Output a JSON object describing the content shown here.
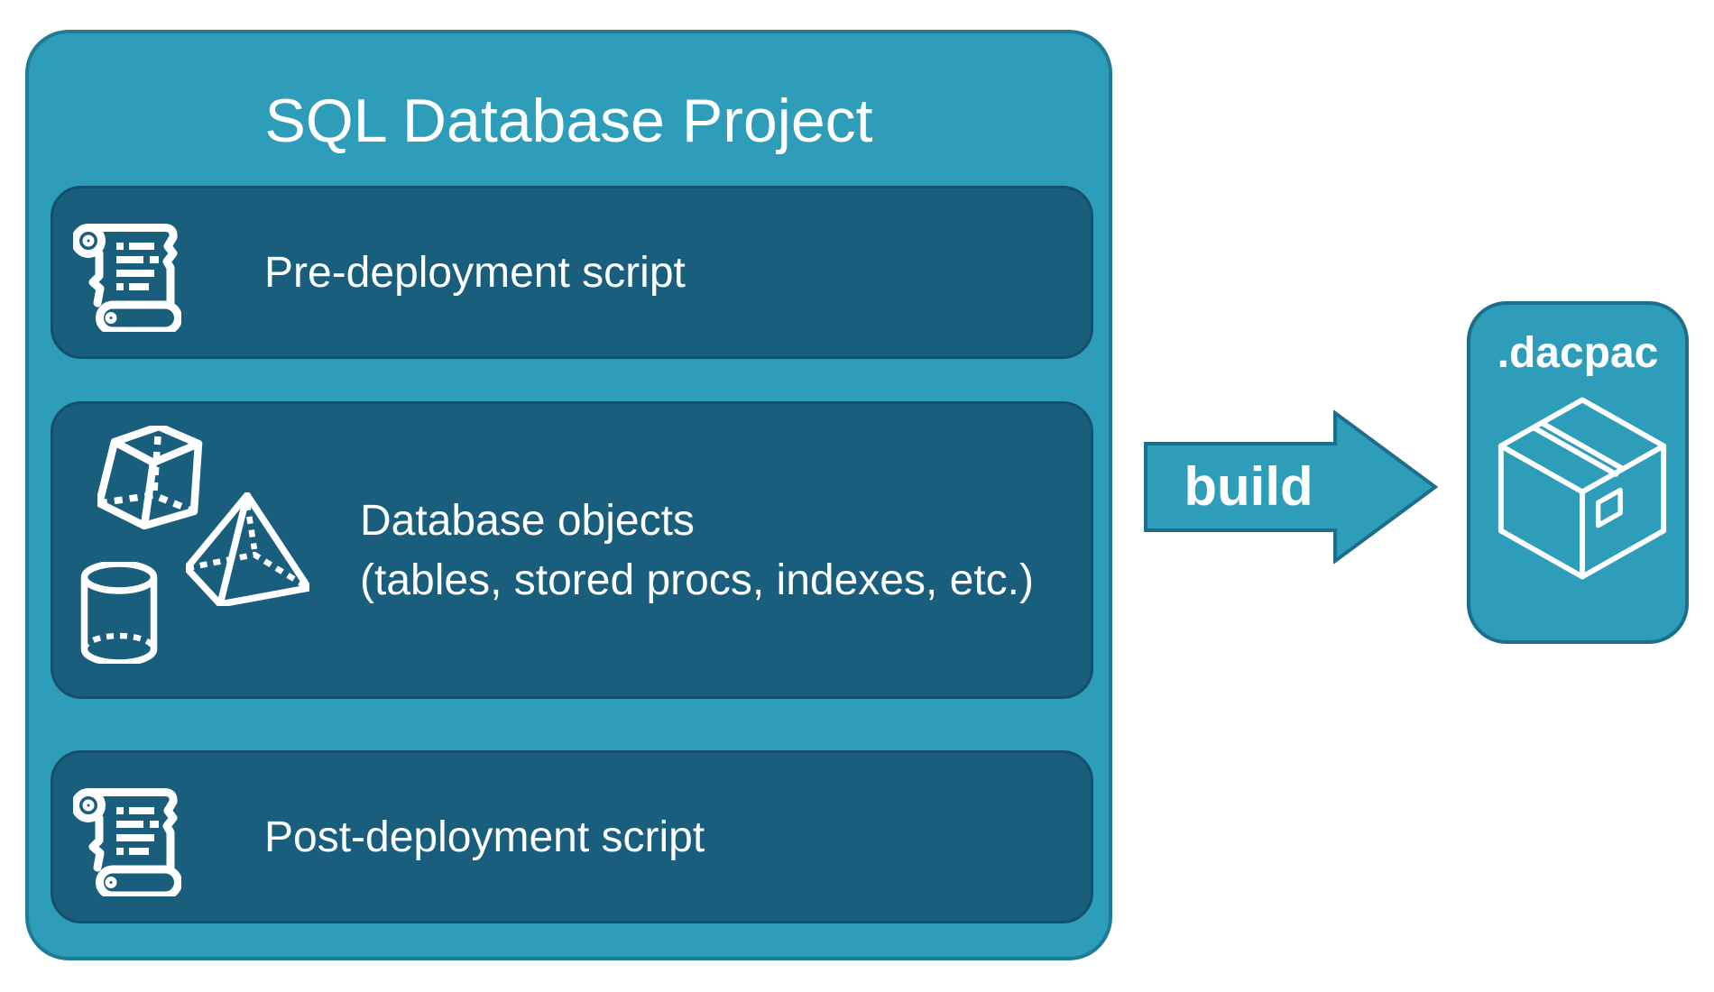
{
  "title": "SQL Database Project",
  "boxes": [
    {
      "id": "pre-deployment",
      "label": "Pre-deployment script",
      "icon": "scroll-icon"
    },
    {
      "id": "database-objects",
      "line1": "Database objects",
      "line2": "(tables, stored procs, indexes, etc.)",
      "icons": [
        "cube-icon",
        "pyramid-icon",
        "cylinder-icon"
      ]
    },
    {
      "id": "post-deployment",
      "label": "Post-deployment script",
      "icon": "scroll-icon"
    }
  ],
  "arrow": {
    "label": "build"
  },
  "output": {
    "label": ".dacpac",
    "icon": "package-icon"
  },
  "colors": {
    "teal": "#2E9DB9",
    "teal_border": "#1E7C96",
    "dark_panel": "#195E7D",
    "dark_panel_border": "#14506C",
    "arrow_border": "#1D6E8A",
    "text": "#FFFFFF"
  }
}
